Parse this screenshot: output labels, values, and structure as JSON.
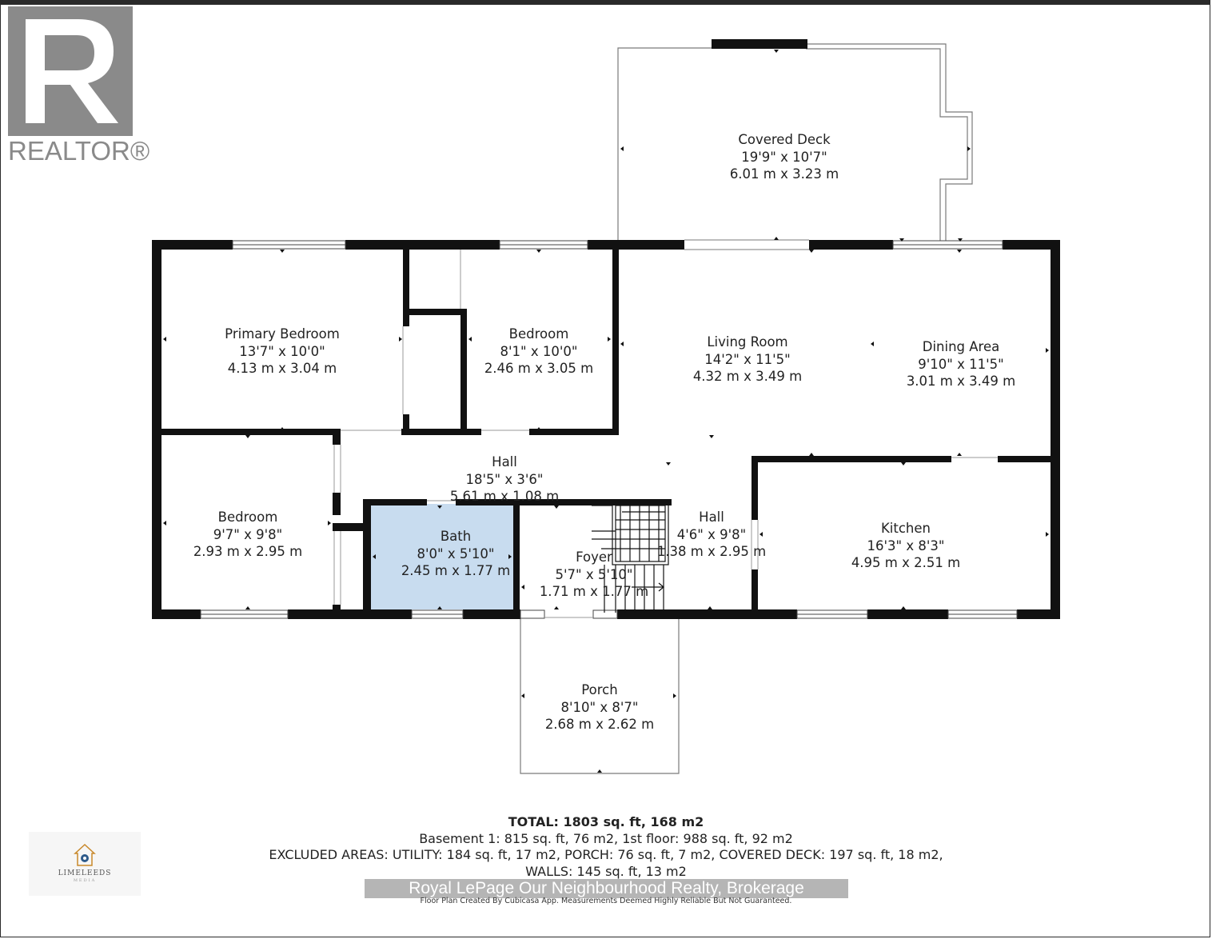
{
  "branding": {
    "realtor_wordmark": "REALTOR®",
    "limeleeds_name": "LIMELEEDS",
    "limeleeds_sub": "MEDIA"
  },
  "rooms": {
    "covered_deck": {
      "name": "Covered Deck",
      "imperial": "19'9\" x 10'7\"",
      "metric": "6.01 m x 3.23 m"
    },
    "primary_bedroom": {
      "name": "Primary Bedroom",
      "imperial": "13'7\" x 10'0\"",
      "metric": "4.13 m x 3.04 m"
    },
    "bedroom_1": {
      "name": "Bedroom",
      "imperial": "8'1\" x 10'0\"",
      "metric": "2.46 m x 3.05 m"
    },
    "living_room": {
      "name": "Living Room",
      "imperial": "14'2\" x 11'5\"",
      "metric": "4.32 m x 3.49 m"
    },
    "dining_area": {
      "name": "Dining Area",
      "imperial": "9'10\" x 11'5\"",
      "metric": "3.01 m x 3.49 m"
    },
    "hall_1": {
      "name": "Hall",
      "imperial": "18'5\" x 3'6\"",
      "metric": "5.61 m x 1.08 m"
    },
    "bedroom_2": {
      "name": "Bedroom",
      "imperial": "9'7\" x 9'8\"",
      "metric": "2.93 m x 2.95 m"
    },
    "bath": {
      "name": "Bath",
      "imperial": "8'0\" x 5'10\"",
      "metric": "2.45 m x 1.77 m"
    },
    "foyer": {
      "name": "Foyer",
      "imperial": "5'7\" x 5'10\"",
      "metric": "1.71 m x 1.77 m"
    },
    "hall_2": {
      "name": "Hall",
      "imperial": "4'6\" x 9'8\"",
      "metric": "1.38 m x 2.95 m"
    },
    "kitchen": {
      "name": "Kitchen",
      "imperial": "16'3\" x 8'3\"",
      "metric": "4.95 m x 2.51 m"
    },
    "porch": {
      "name": "Porch",
      "imperial": "8'10\" x 8'7\"",
      "metric": "2.68 m x 2.62 m"
    }
  },
  "summary": {
    "total": "TOTAL: 1803 sq. ft, 168 m2",
    "floors": "Basement 1: 815 sq. ft, 76 m2, 1st floor: 988 sq. ft, 92 m2",
    "excluded": "EXCLUDED AREAS: UTILITY: 184 sq. ft, 17 m2, PORCH: 76 sq. ft, 7 m2, COVERED DECK: 197 sq. ft, 18 m2,",
    "walls": "WALLS: 145 sq. ft, 13 m2",
    "brokerage": "Royal LePage Our Neighbourhood Realty, Brokerage",
    "disclaimer": "Floor Plan Created By Cubicasa App. Measurements Deemed Highly Reliable But Not Guaranteed."
  },
  "colors": {
    "wall": "#111111",
    "bath_fill": "#c8dcef",
    "outline": "#7a7a7a",
    "realtor_grey": "#8a8a8a"
  }
}
